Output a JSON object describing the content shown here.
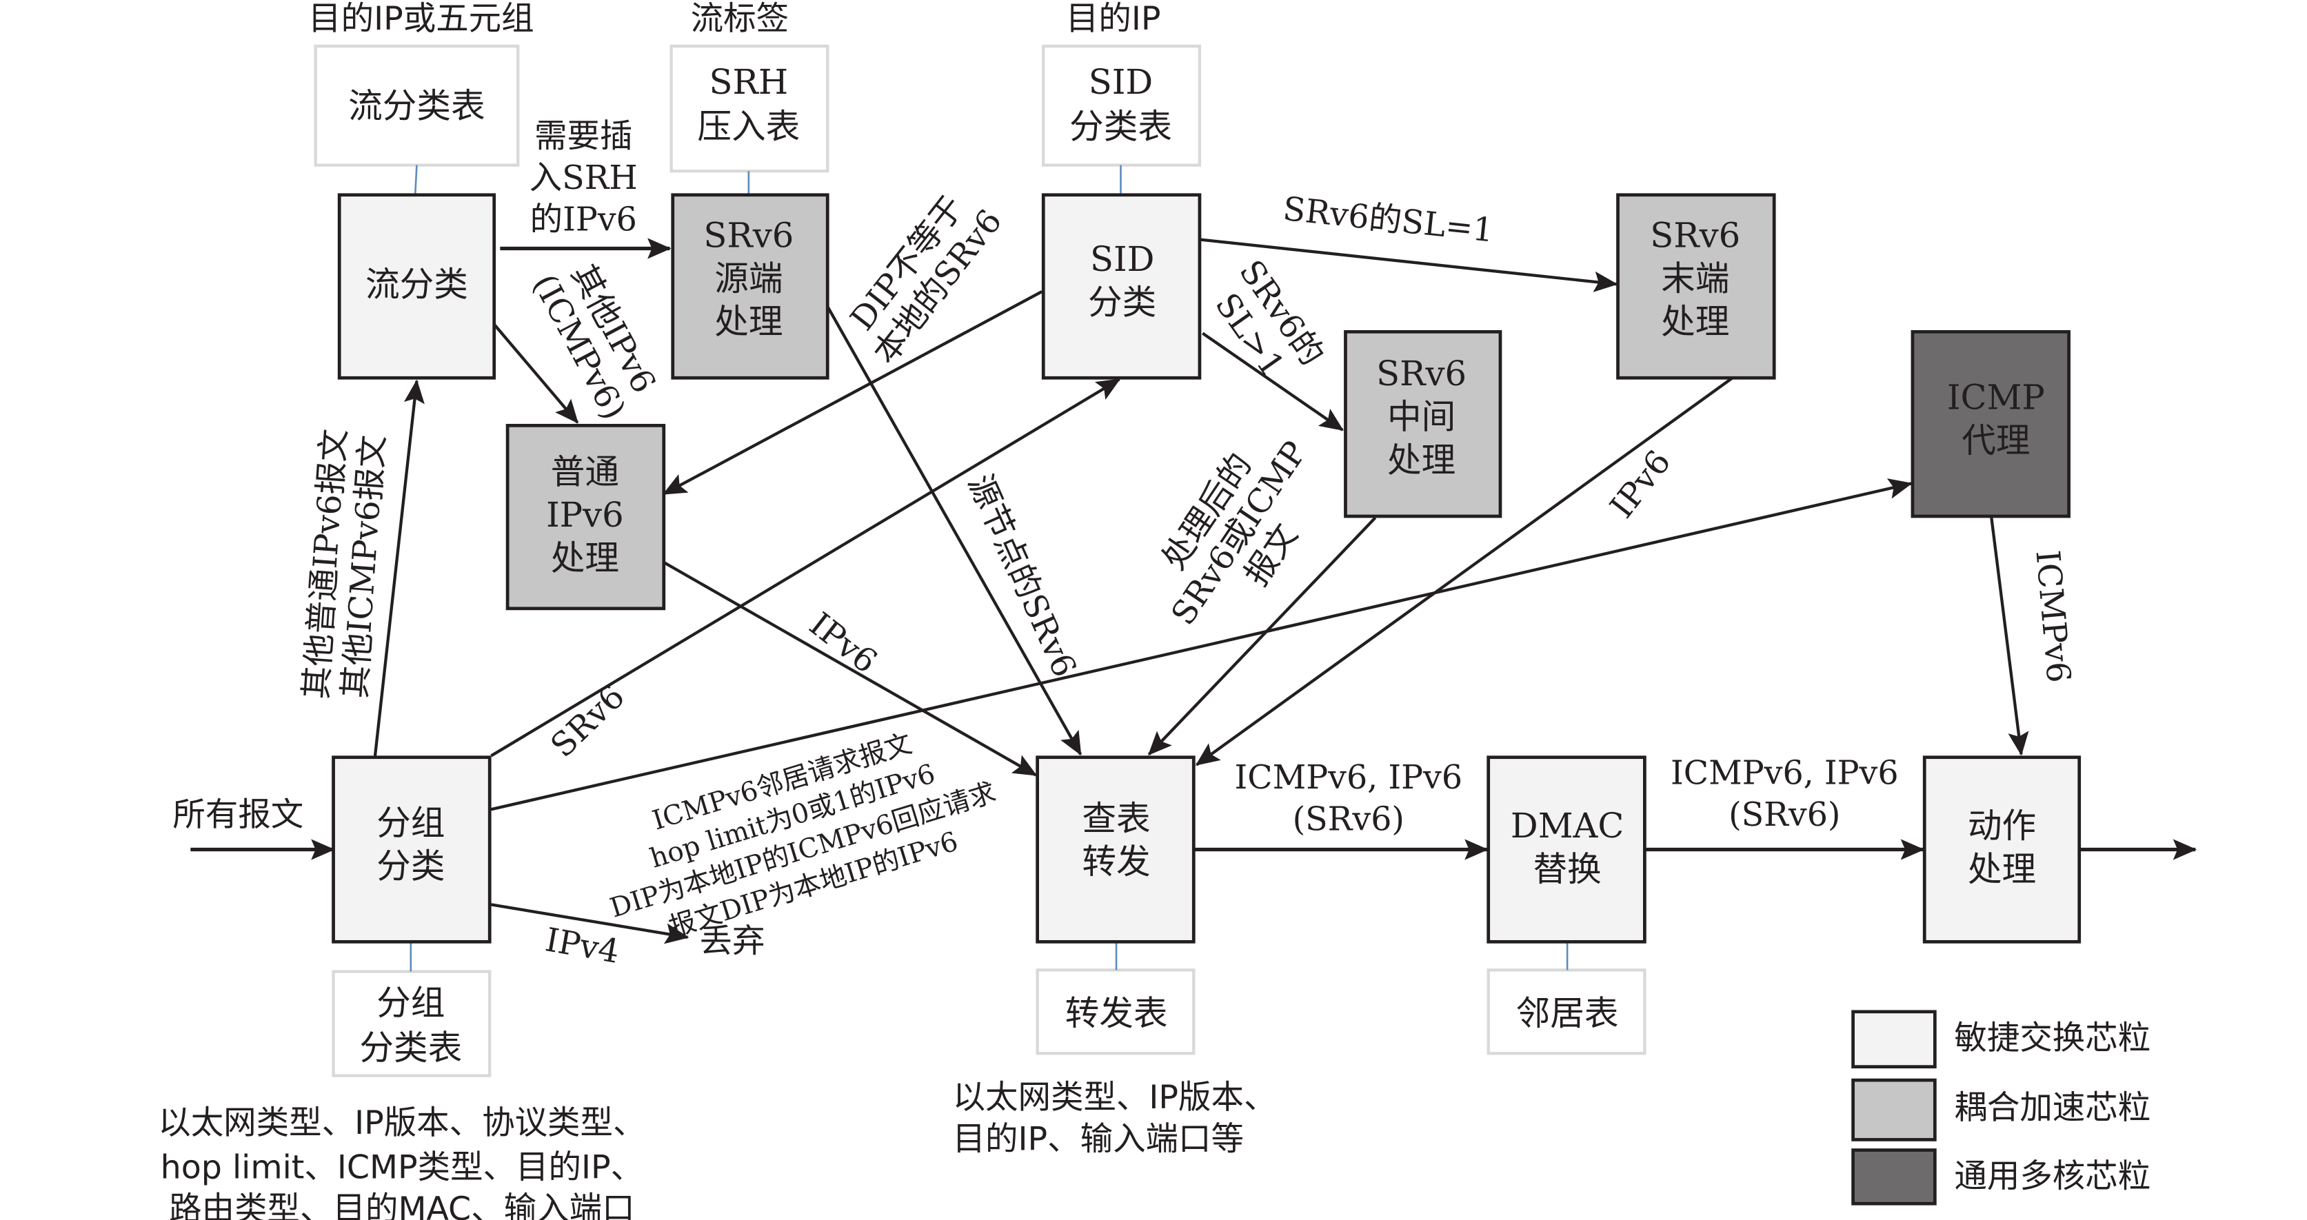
{
  "colors": {
    "agile_switch": "#f3f3f3",
    "coupled_accel": "#c6c6c6",
    "general_multicore": "#6d6b6c",
    "line": "#231f20",
    "table_border": "#d9d9d9",
    "table_link": "#5b8bbd"
  },
  "top_labels": {
    "flow_table_key": "目的IP或五元组",
    "srh_table_key": "流标签",
    "sid_table_key": "目的IP"
  },
  "tables": {
    "flow_classify_table": [
      "流分类表"
    ],
    "srh_push_table": [
      "SRH",
      "压入表"
    ],
    "sid_classify_table": [
      "SID",
      "分类表"
    ],
    "packet_classify_table": [
      "分组",
      "分类表"
    ],
    "forward_table": [
      "转发表"
    ],
    "neighbor_table": [
      "邻居表"
    ]
  },
  "blocks": {
    "flow_classify": {
      "lines": [
        "流分类"
      ],
      "type": "agile_switch"
    },
    "srv6_source": {
      "lines": [
        "SRv6",
        "源端",
        "处理"
      ],
      "type": "coupled_accel"
    },
    "sid_classify": {
      "lines": [
        "SID",
        "分类"
      ],
      "type": "agile_switch"
    },
    "srv6_end": {
      "lines": [
        "SRv6",
        "末端",
        "处理"
      ],
      "type": "coupled_accel"
    },
    "srv6_mid": {
      "lines": [
        "SRv6",
        "中间",
        "处理"
      ],
      "type": "coupled_accel"
    },
    "icmp_proxy": {
      "lines": [
        "ICMP",
        "代理"
      ],
      "type": "general_multicore"
    },
    "ipv6_normal": {
      "lines": [
        "普通",
        "IPv6",
        "处理"
      ],
      "type": "coupled_accel"
    },
    "packet_classify": {
      "lines": [
        "分组",
        "分类"
      ],
      "type": "agile_switch"
    },
    "lookup_forward": {
      "lines": [
        "查表",
        "转发"
      ],
      "type": "agile_switch"
    },
    "dmac_replace": {
      "lines": [
        "DMAC",
        "替换"
      ],
      "type": "agile_switch"
    },
    "action_process": {
      "lines": [
        "动作",
        "处理"
      ],
      "type": "agile_switch"
    }
  },
  "edge_labels": {
    "all_packets": "所有报文",
    "insert_srh": [
      "需要插",
      "入SRH",
      "的IPv6"
    ],
    "other_ipv6": [
      "其他IPv6",
      "(ICMPv6)"
    ],
    "other_to_flow": [
      "其他普通IPv6报文",
      "其他ICMPv6报文"
    ],
    "dip_not_local": [
      "DIP不等于",
      "本地的SRv6"
    ],
    "srv6_sl1": "SRv6的SL=1",
    "srv6_slgt1": [
      "SRv6的",
      "SL>1"
    ],
    "source_srv6": "源节点的SRv6",
    "processed": [
      "处理后的",
      "SRv6或ICMP",
      "报文"
    ],
    "end_ipv6": "IPv6",
    "srv6_up": "SRv6",
    "ipv6_down": "IPv6",
    "icmp_list": [
      "ICMPv6邻居请求报文",
      "hop limit为0或1的IPv6",
      "DIP为本地IP的ICMPv6回应请求",
      "报文DIP为本地IP的IPv6"
    ],
    "ipv4": "IPv4",
    "discard": "丢弃",
    "icmpv6_down": "ICMPv6",
    "fwd_to_dmac": [
      "ICMPv6, IPv6",
      "(SRv6)"
    ],
    "dmac_to_action": [
      "ICMPv6, IPv6",
      "(SRv6)"
    ]
  },
  "bottom_notes": {
    "packet_classify_fields": [
      "以太网类型、IP版本、协议类型、",
      "hop limit、ICMP类型、目的IP、",
      "路由类型、目的MAC、输入端口"
    ],
    "forward_fields": [
      "以太网类型、IP版本、",
      "目的IP、输入端口等"
    ]
  },
  "legend": [
    {
      "label": "敏捷交换芯粒",
      "type": "agile_switch"
    },
    {
      "label": "耦合加速芯粒",
      "type": "coupled_accel"
    },
    {
      "label": "通用多核芯粒",
      "type": "general_multicore"
    }
  ]
}
